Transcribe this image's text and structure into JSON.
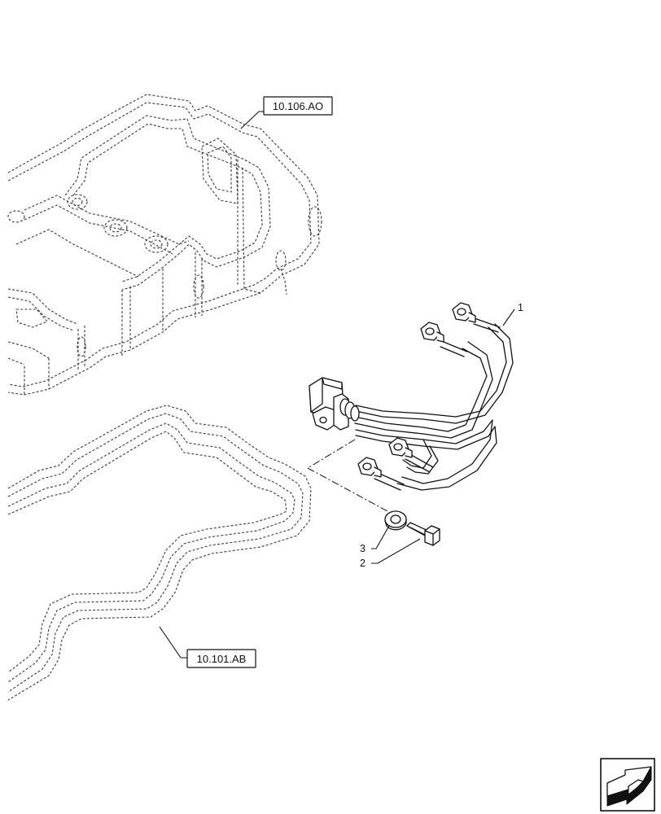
{
  "references": [
    {
      "id": "ref-top",
      "label": "10.106.AO"
    },
    {
      "id": "ref-bottom",
      "label": "10.101.AB"
    }
  ],
  "callouts": [
    {
      "id": "callout-1",
      "label": "1"
    },
    {
      "id": "callout-2",
      "label": "2"
    },
    {
      "id": "callout-3",
      "label": "3"
    }
  ],
  "nav_icon": "arrow-icon"
}
